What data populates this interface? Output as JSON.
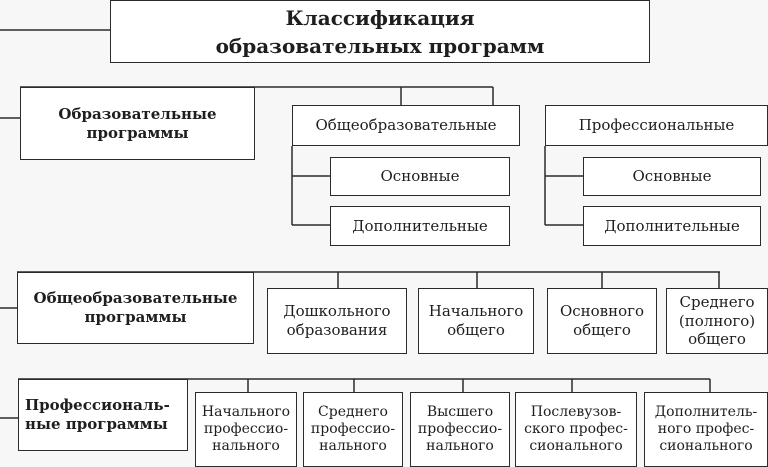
{
  "root": {
    "line1": "Классификация",
    "line2": "образовательных программ"
  },
  "section1": {
    "header": [
      "Образовательные",
      "программы"
    ],
    "groups": [
      {
        "label": "Общеобразовательные",
        "children": [
          "Основные",
          "Дополнительные"
        ]
      },
      {
        "label": "Профессиональные",
        "children": [
          "Основные",
          "Дополнительные"
        ]
      }
    ]
  },
  "section2": {
    "header": [
      "Общеобразовательные",
      "программы"
    ],
    "items": [
      [
        "Дошкольного",
        "образования"
      ],
      [
        "Начального",
        "общего"
      ],
      [
        "Основного",
        "общего"
      ],
      [
        "Среднего",
        "(полного)",
        "общего"
      ]
    ]
  },
  "section3": {
    "header": [
      "Профессиональ-",
      "ные программы"
    ],
    "items": [
      [
        "Начального",
        "профессио-",
        "нального"
      ],
      [
        "Среднего",
        "профессио-",
        "нального"
      ],
      [
        "Высшего",
        "профессио-",
        "нального"
      ],
      [
        "Послевузов-",
        "ского профес-",
        "сионального"
      ],
      [
        "Дополнитель-",
        "ного профес-",
        "сионального"
      ]
    ]
  },
  "colors": {
    "line": "#2b2b2b",
    "box": "#ffffff",
    "background": "#f7f7f7"
  }
}
